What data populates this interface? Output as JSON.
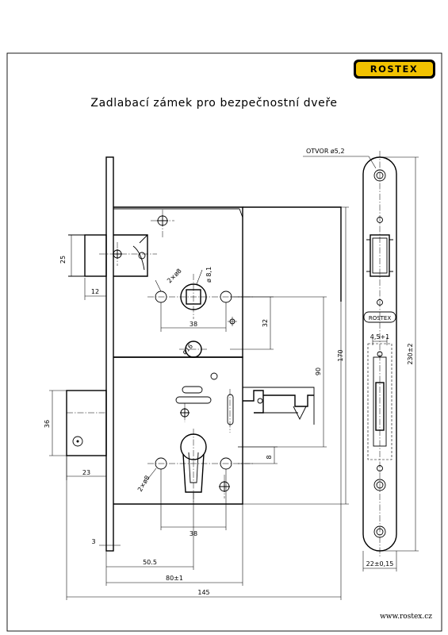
{
  "brand": {
    "logo": "ROSTEX",
    "website": "www.rostex.cz",
    "colors": {
      "logo_bg": "#f2c200",
      "line": "#000000"
    }
  },
  "title": "Zadlabací zámek pro bezpečnostní dveře",
  "front_plate": {
    "hole_label": "OTVOR ø5,2",
    "stamp": "ROSTEX"
  },
  "dimensions": {
    "d25": "25",
    "d12": "12",
    "d36": "36",
    "d23": "23",
    "d3": "3",
    "d505": "50.5",
    "d80": "80±1",
    "d145": "145",
    "d38a": "38",
    "d38b": "38",
    "d32": "32",
    "d90": "90",
    "d170": "170",
    "d8": "8",
    "d230": "230±2",
    "d22": "22±0,15",
    "d45": "4,5+1",
    "hole2x8a": "2×ø8",
    "hole2x8b": "2×ø8",
    "d81": "ø 8,1",
    "d16": "ø16"
  }
}
